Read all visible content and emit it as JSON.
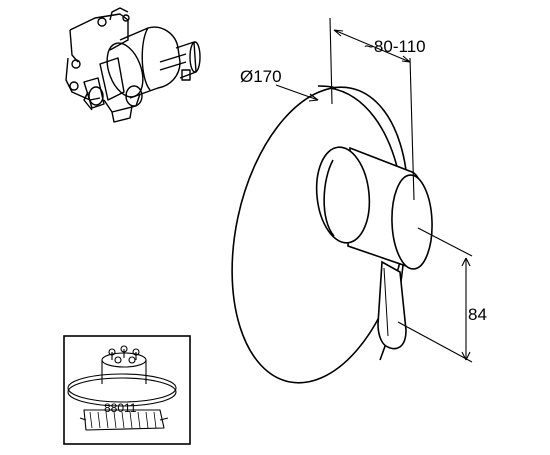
{
  "dimensions": {
    "diameter": "Ø170",
    "projection": "~80-110",
    "height_offset": "84"
  },
  "inset": {
    "part_number": "88011"
  }
}
